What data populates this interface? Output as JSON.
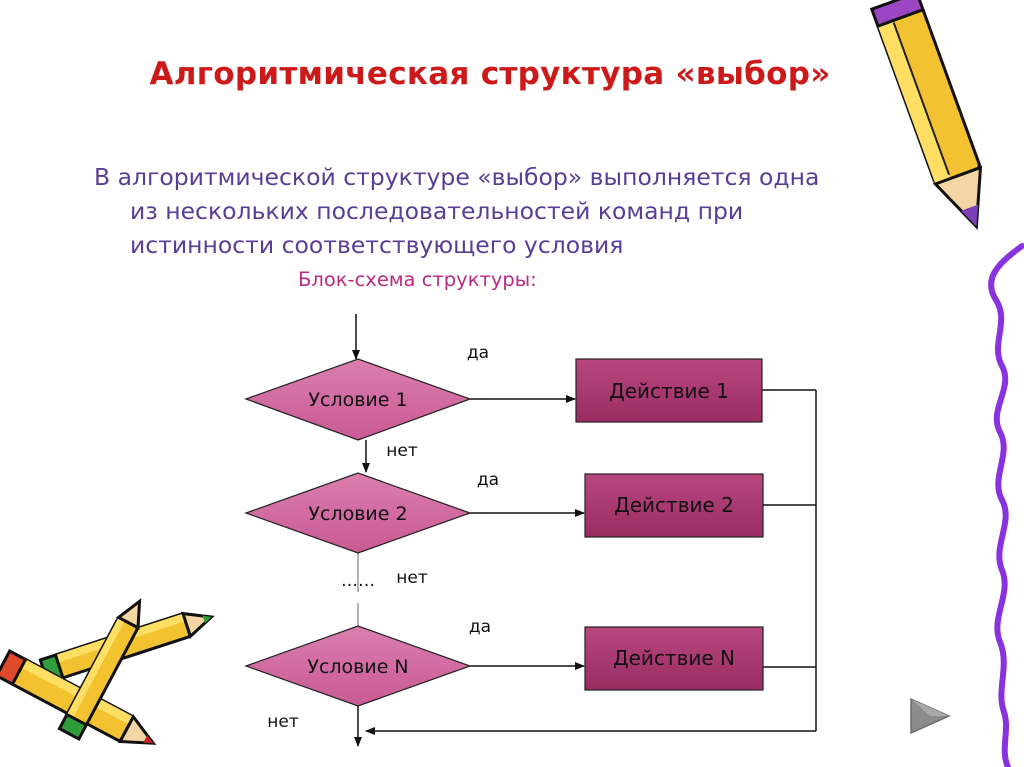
{
  "slide": {
    "title": "Алгоритмическая структура «выбор»",
    "intro_lines": [
      "В алгоритмической структуре «выбор» выполняется одна",
      "из нескольких последовательностей команд при",
      "истинности соответствующего условия"
    ],
    "subtitle": "Блок-схема структуры:"
  },
  "flowchart": {
    "conditions": [
      "Условие 1",
      "Условие 2",
      "Условие N"
    ],
    "actions": [
      "Действие 1",
      "Действие 2",
      "Действие N"
    ],
    "yes_labels": [
      "да",
      "да",
      "да"
    ],
    "no_labels": [
      "нет",
      "нет",
      "нет"
    ],
    "ellipsis": "……"
  },
  "colors": {
    "title": "#cc1a1a",
    "body_text": "#5a3d96",
    "subtitle": "#bb2a82",
    "diamond_fill": "#d0699f",
    "rect_fill": "#a9366f",
    "pencil_body": "#f2c230",
    "squiggle": "#8833dd",
    "nav_arrow": "#8c8c8c"
  },
  "icons": [
    "pencil-icon",
    "pencil-icon",
    "pencil-icon",
    "next-slide-arrow-icon"
  ]
}
